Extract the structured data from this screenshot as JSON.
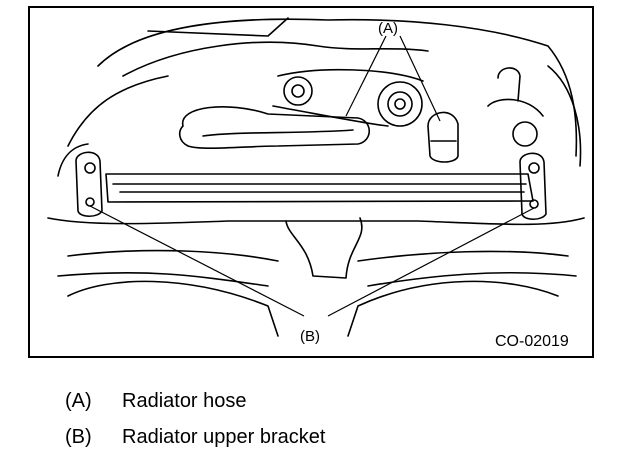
{
  "figure": {
    "figure_code": "CO-02019",
    "callouts": {
      "a": "(A)",
      "b": "(B)"
    }
  },
  "legend": {
    "items": [
      {
        "key": "(A)",
        "label": "Radiator hose"
      },
      {
        "key": "(B)",
        "label": "Radiator upper bracket"
      }
    ]
  }
}
